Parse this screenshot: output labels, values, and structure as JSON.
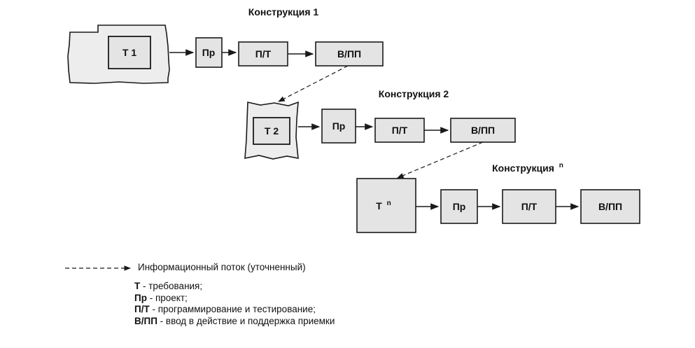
{
  "diagram": {
    "constructions": [
      {
        "title": "Конструкция 1",
        "requirements": "Т 1",
        "design": "Пр",
        "programming_testing": "П/Т",
        "deployment": "В/ПП"
      },
      {
        "title": "Конструкция 2",
        "requirements": "Т 2",
        "design": "Пр",
        "programming_testing": "П/Т",
        "deployment": "В/ПП"
      },
      {
        "title": "Конструкция",
        "title_sup": "n",
        "requirements": "Т",
        "requirements_sup": "n",
        "design": "Пр",
        "programming_testing": "П/Т",
        "deployment": "В/ПП"
      }
    ]
  },
  "legend": {
    "flow_label": "Информационный поток (уточненный)",
    "items": [
      {
        "abbr": "Т",
        "desc": " - требования;"
      },
      {
        "abbr": "Пр",
        "desc": " - проект;"
      },
      {
        "abbr": "П/Т",
        "desc": " - программирование и тестирование;"
      },
      {
        "abbr": "В/ПП",
        "desc": " - ввод в действие и поддержка приемки"
      }
    ]
  },
  "colors": {
    "box_fill": "#e4e4e4",
    "line": "#1a1a1a"
  }
}
